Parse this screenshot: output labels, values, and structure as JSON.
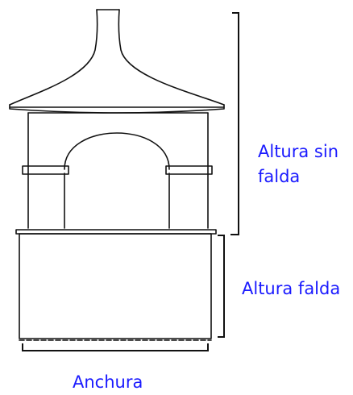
{
  "labels": {
    "height_without_skirt_line1": "Altura sin",
    "height_without_skirt_line2": "falda",
    "skirt_height": "Altura falda",
    "width": "Anchura"
  },
  "colors": {
    "label_text": "#1a1aff",
    "drawing_lines": "#111111",
    "background": "#ffffff"
  }
}
